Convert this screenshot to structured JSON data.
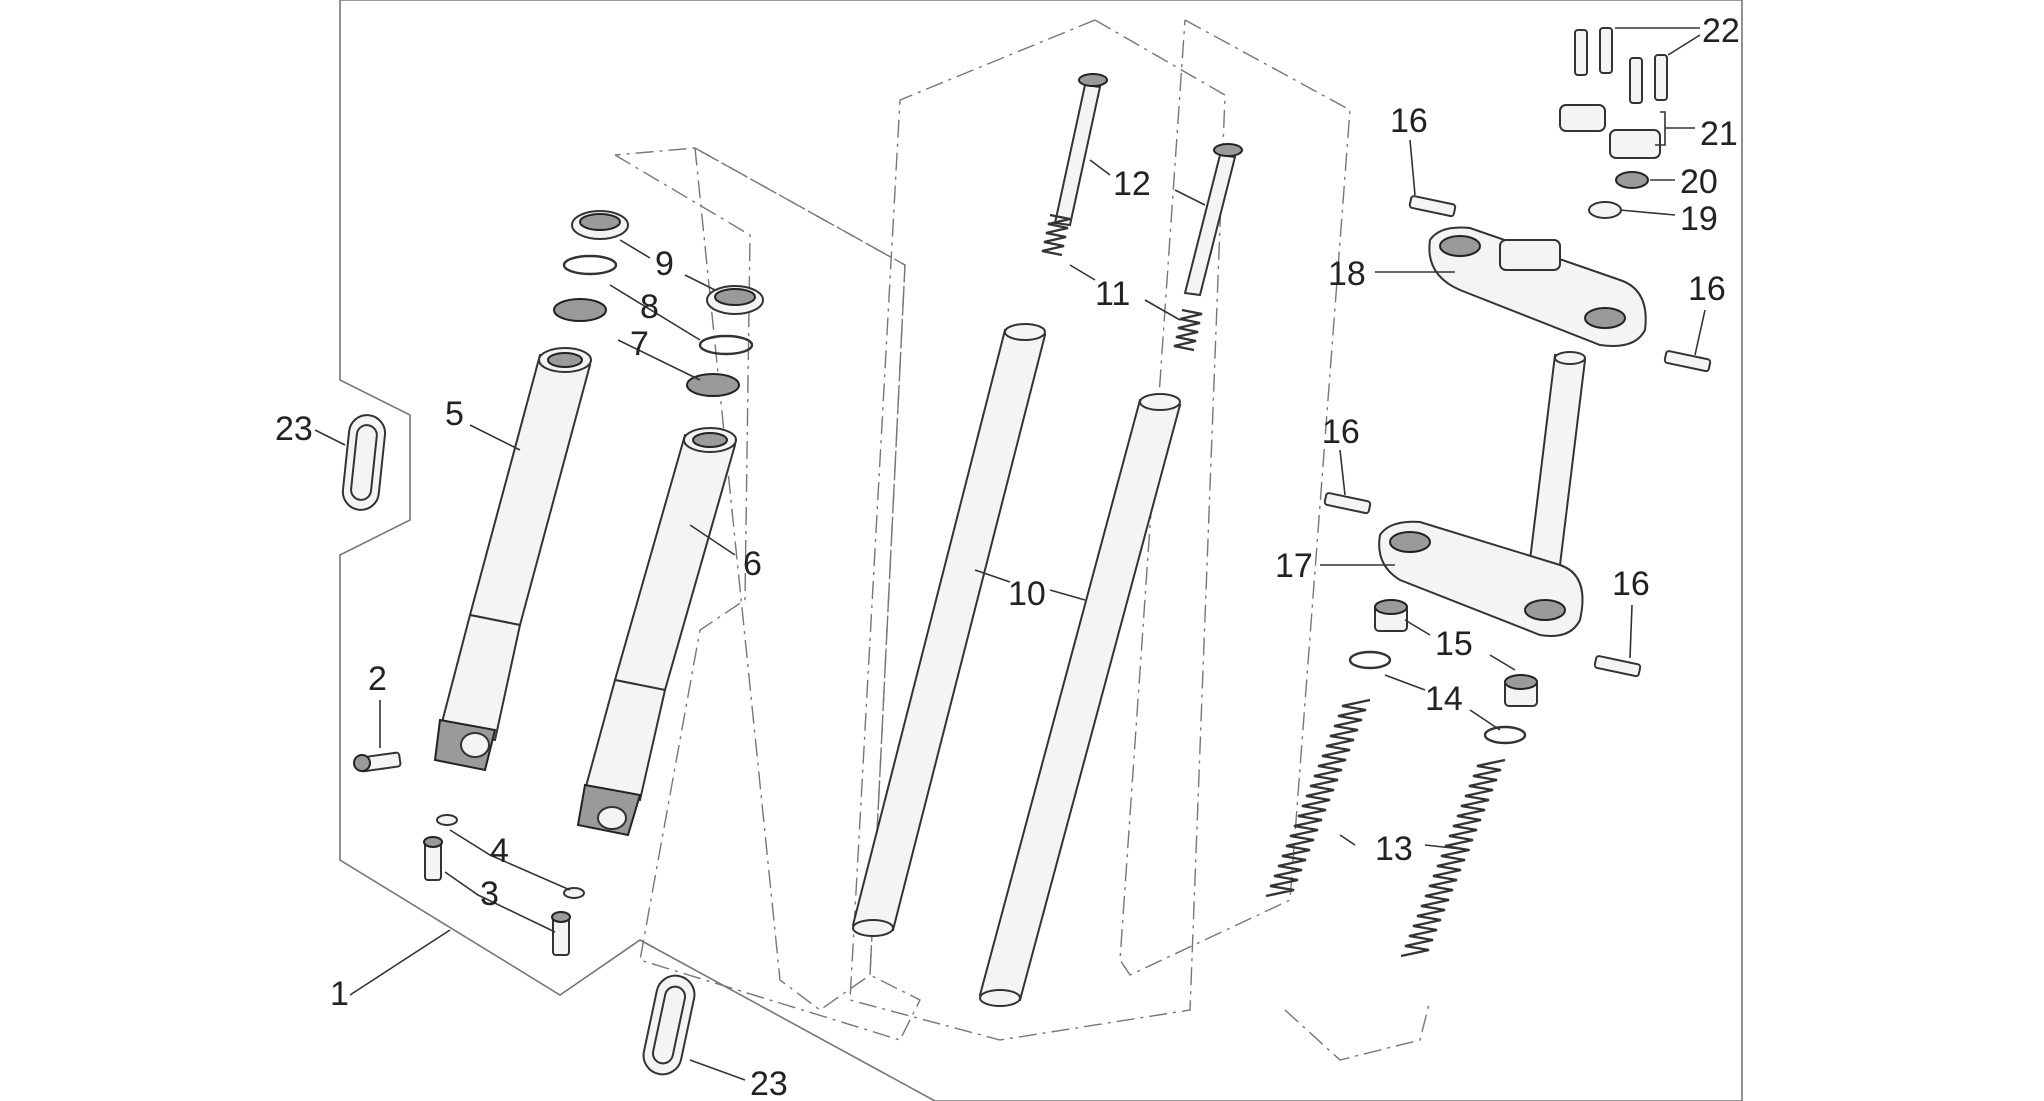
{
  "diagram": {
    "callouts": {
      "c1": "1",
      "c2": "2",
      "c3": "3",
      "c4": "4",
      "c5": "5",
      "c6": "6",
      "c7": "7",
      "c8": "8",
      "c9": "9",
      "c10": "10",
      "c11": "11",
      "c12": "12",
      "c13": "13",
      "c14": "14",
      "c15": "15",
      "c16a": "16",
      "c16b": "16",
      "c16c": "16",
      "c16d": "16",
      "c17": "17",
      "c18": "18",
      "c19": "19",
      "c20": "20",
      "c21": "21",
      "c22": "22",
      "c23a": "23",
      "c23b": "23"
    }
  }
}
